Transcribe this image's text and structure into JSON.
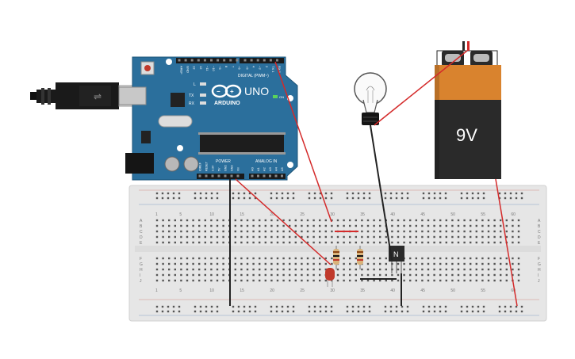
{
  "arduino": {
    "logo_text": "ARDUINO",
    "model": "UNO",
    "digital_header_label": "DIGITAL (PWM~)",
    "power_label": "POWER",
    "analog_label": "ANALOG IN",
    "on_label": "ON",
    "led_labels": [
      "L",
      "TX",
      "RX"
    ],
    "digital_pins": [
      "AREF",
      "GND",
      "13",
      "12",
      "~11",
      "~10",
      "~9",
      "8",
      "7",
      "~6",
      "~5",
      "4",
      "~3",
      "2",
      "TX 1",
      "RX 0"
    ],
    "power_pins": [
      "IOREF",
      "RESET",
      "3.3V",
      "5V",
      "GND",
      "GND",
      "Vin"
    ],
    "analog_pins": [
      "A0",
      "A1",
      "A2",
      "A3",
      "A4",
      "A5"
    ]
  },
  "battery": {
    "voltage_label": "9V"
  },
  "transistor": {
    "label": "N"
  },
  "breadboard": {
    "column_numbers": [
      "1",
      "5",
      "10",
      "15",
      "20",
      "25",
      "30",
      "35",
      "40",
      "45",
      "50",
      "55",
      "60"
    ],
    "row_letters_top": [
      "A",
      "B",
      "C",
      "D",
      "E"
    ],
    "row_letters_bottom": [
      "F",
      "G",
      "H",
      "I",
      "J"
    ]
  },
  "colors": {
    "board_blue": "#2b6f9c",
    "wire_red": "#d42a2a",
    "wire_black": "#222222",
    "battery_orange": "#d9832e",
    "battery_black": "#2a2a2a",
    "breadboard": "#e6e6e6",
    "led_red": "#c0392b"
  }
}
